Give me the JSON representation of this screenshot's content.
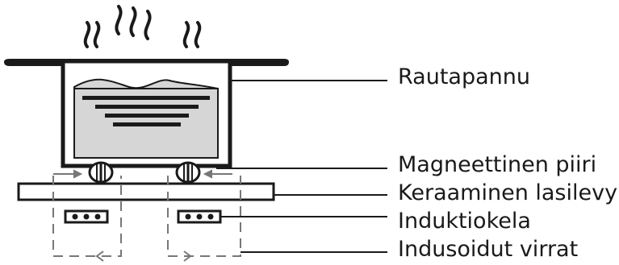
{
  "labels": {
    "pan": "Rautapannu",
    "magnetic_circuit": "Magneettinen piiri",
    "glass_plate": "Keraaminen lasilevy",
    "coil": "Induktiokela",
    "currents": "Indusoidut virrat"
  },
  "colors": {
    "stroke": "#1a1a1a",
    "pan_contents": "#d6d6d6",
    "dashed": "#777777",
    "background": "#ffffff"
  },
  "icons": [
    "steam-icon",
    "arrow-icon",
    "coil-dot-icon"
  ]
}
